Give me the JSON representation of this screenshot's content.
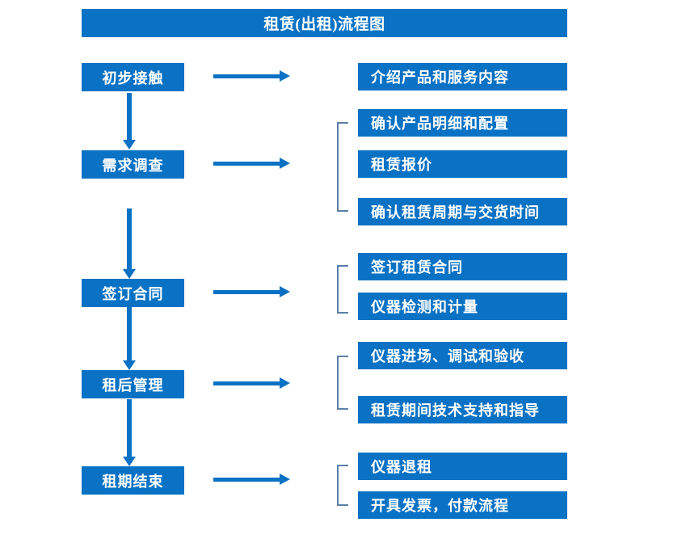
{
  "diagram": {
    "title": "租赁(出租)流程图",
    "colors": {
      "box_fill": "#0A72C4",
      "box_text": "#FFFFFF",
      "arrow": "#0A72C4",
      "bracket": "#5B7FA6",
      "background": "#FFFFFF"
    },
    "stages": [
      {
        "label": "初步接触",
        "details": [
          "介绍产品和服务内容"
        ]
      },
      {
        "label": "需求调查",
        "details": [
          "确认产品明细和配置",
          "租赁报价",
          "确认租赁周期与交货时间"
        ]
      },
      {
        "label": "签订合同",
        "details": [
          "签订租赁合同",
          "仪器检测和计量"
        ]
      },
      {
        "label": "租后管理",
        "details": [
          "仪器进场、调试和验收",
          "租赁期间技术支持和指导"
        ]
      },
      {
        "label": "租期结束",
        "details": [
          "仪器退租",
          "开具发票，付款流程"
        ]
      }
    ]
  }
}
